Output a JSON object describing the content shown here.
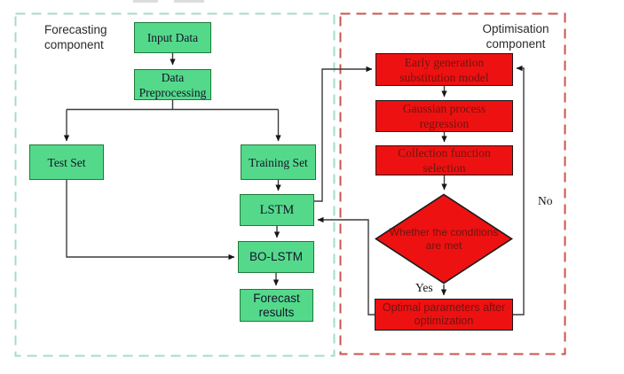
{
  "colors": {
    "green_fill": "#54d98a",
    "green_border": "#1e7a3a",
    "green_dash": "#a6ddc3",
    "red_fill": "#ee1111",
    "red_border": "#1a1a1a",
    "red_dash": "#c75450",
    "red_text": "#6f1410",
    "green_text": "#14142b",
    "line": "#3c3c3c",
    "label_text": "#2b2b2b"
  },
  "forecasting": {
    "label_line1": "Forecasting",
    "label_line2": "component",
    "nodes": {
      "input_data": "Input Data",
      "data_preprocessing_line1": "Data",
      "data_preprocessing_line2": "Preprocessing",
      "test_set": "Test Set",
      "training_set": "Training Set",
      "lstm": "LSTM",
      "bo_lstm": "BO-LSTM",
      "forecast_results_line1": "Forecast",
      "forecast_results_line2": "results"
    }
  },
  "optimisation": {
    "label_line1": "Optimisation",
    "label_line2": "component",
    "nodes": {
      "early_generation_line1": "Early generation",
      "early_generation_line2": "substitution model",
      "gaussian_line1": "Gaussian process",
      "gaussian_line2": "regression",
      "collection_line1": "Collection function",
      "collection_line2": "selection",
      "decision_line1": "Whether the conditions",
      "decision_line2": "are met",
      "optimal_line1": "Optimal parameters after",
      "optimal_line2": "optimization"
    },
    "edge_labels": {
      "yes": "Yes",
      "no": "No"
    }
  }
}
